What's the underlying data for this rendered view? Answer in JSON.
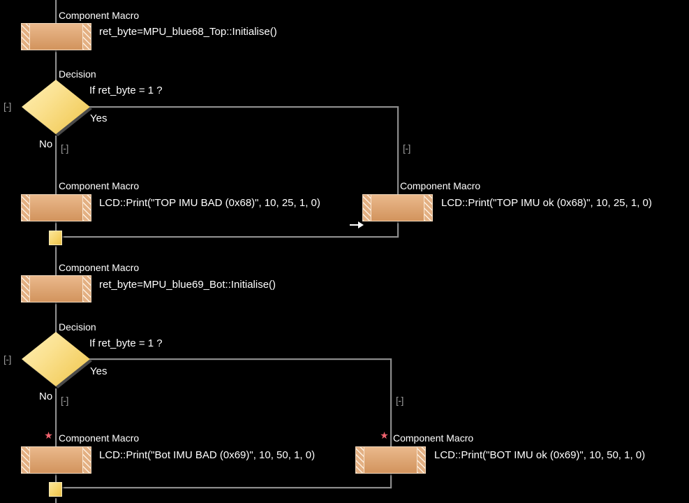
{
  "canvas": {
    "background": "#000000",
    "line_color": "#8c8c8c",
    "macro_fill": "#d79a63",
    "decision_fill": "#f3cf63",
    "connector_fill": "#f5d266",
    "breakpoint_color": "#f2636f",
    "text_color": "#ffffff"
  },
  "collapse_marker": "[-]",
  "breakpoint_marker": "★",
  "blocks": [
    {
      "id": "macro-init-top",
      "kind_label": "Component Macro",
      "code": "ret_byte=MPU_blue68_Top::Initialise()",
      "breakpoint": false
    },
    {
      "id": "decision-top",
      "kind_label": "Decision",
      "code": "If  ret_byte = 1 ?",
      "yes_label": "Yes",
      "no_label": "No"
    },
    {
      "id": "macro-top-bad",
      "kind_label": "Component Macro",
      "code": "LCD::Print(\"TOP IMU BAD  (0x68)\", 10, 25, 1, 0)",
      "breakpoint": false
    },
    {
      "id": "macro-top-ok",
      "kind_label": "Component Macro",
      "code": "LCD::Print(\"TOP IMU ok  (0x68)\", 10, 25, 1, 0)",
      "breakpoint": false
    },
    {
      "id": "macro-init-bot",
      "kind_label": "Component Macro",
      "code": "ret_byte=MPU_blue69_Bot::Initialise()",
      "breakpoint": false
    },
    {
      "id": "decision-bot",
      "kind_label": "Decision",
      "code": "If  ret_byte = 1 ?",
      "yes_label": "Yes",
      "no_label": "No"
    },
    {
      "id": "macro-bot-bad",
      "kind_label": "Component Macro",
      "code": "LCD::Print(\"Bot IMU BAD  (0x69)\", 10, 50, 1, 0)",
      "breakpoint": true
    },
    {
      "id": "macro-bot-ok",
      "kind_label": "Component Macro",
      "code": "LCD::Print(\"BOT IMU ok  (0x69)\", 10, 50, 1, 0)",
      "breakpoint": true
    }
  ]
}
